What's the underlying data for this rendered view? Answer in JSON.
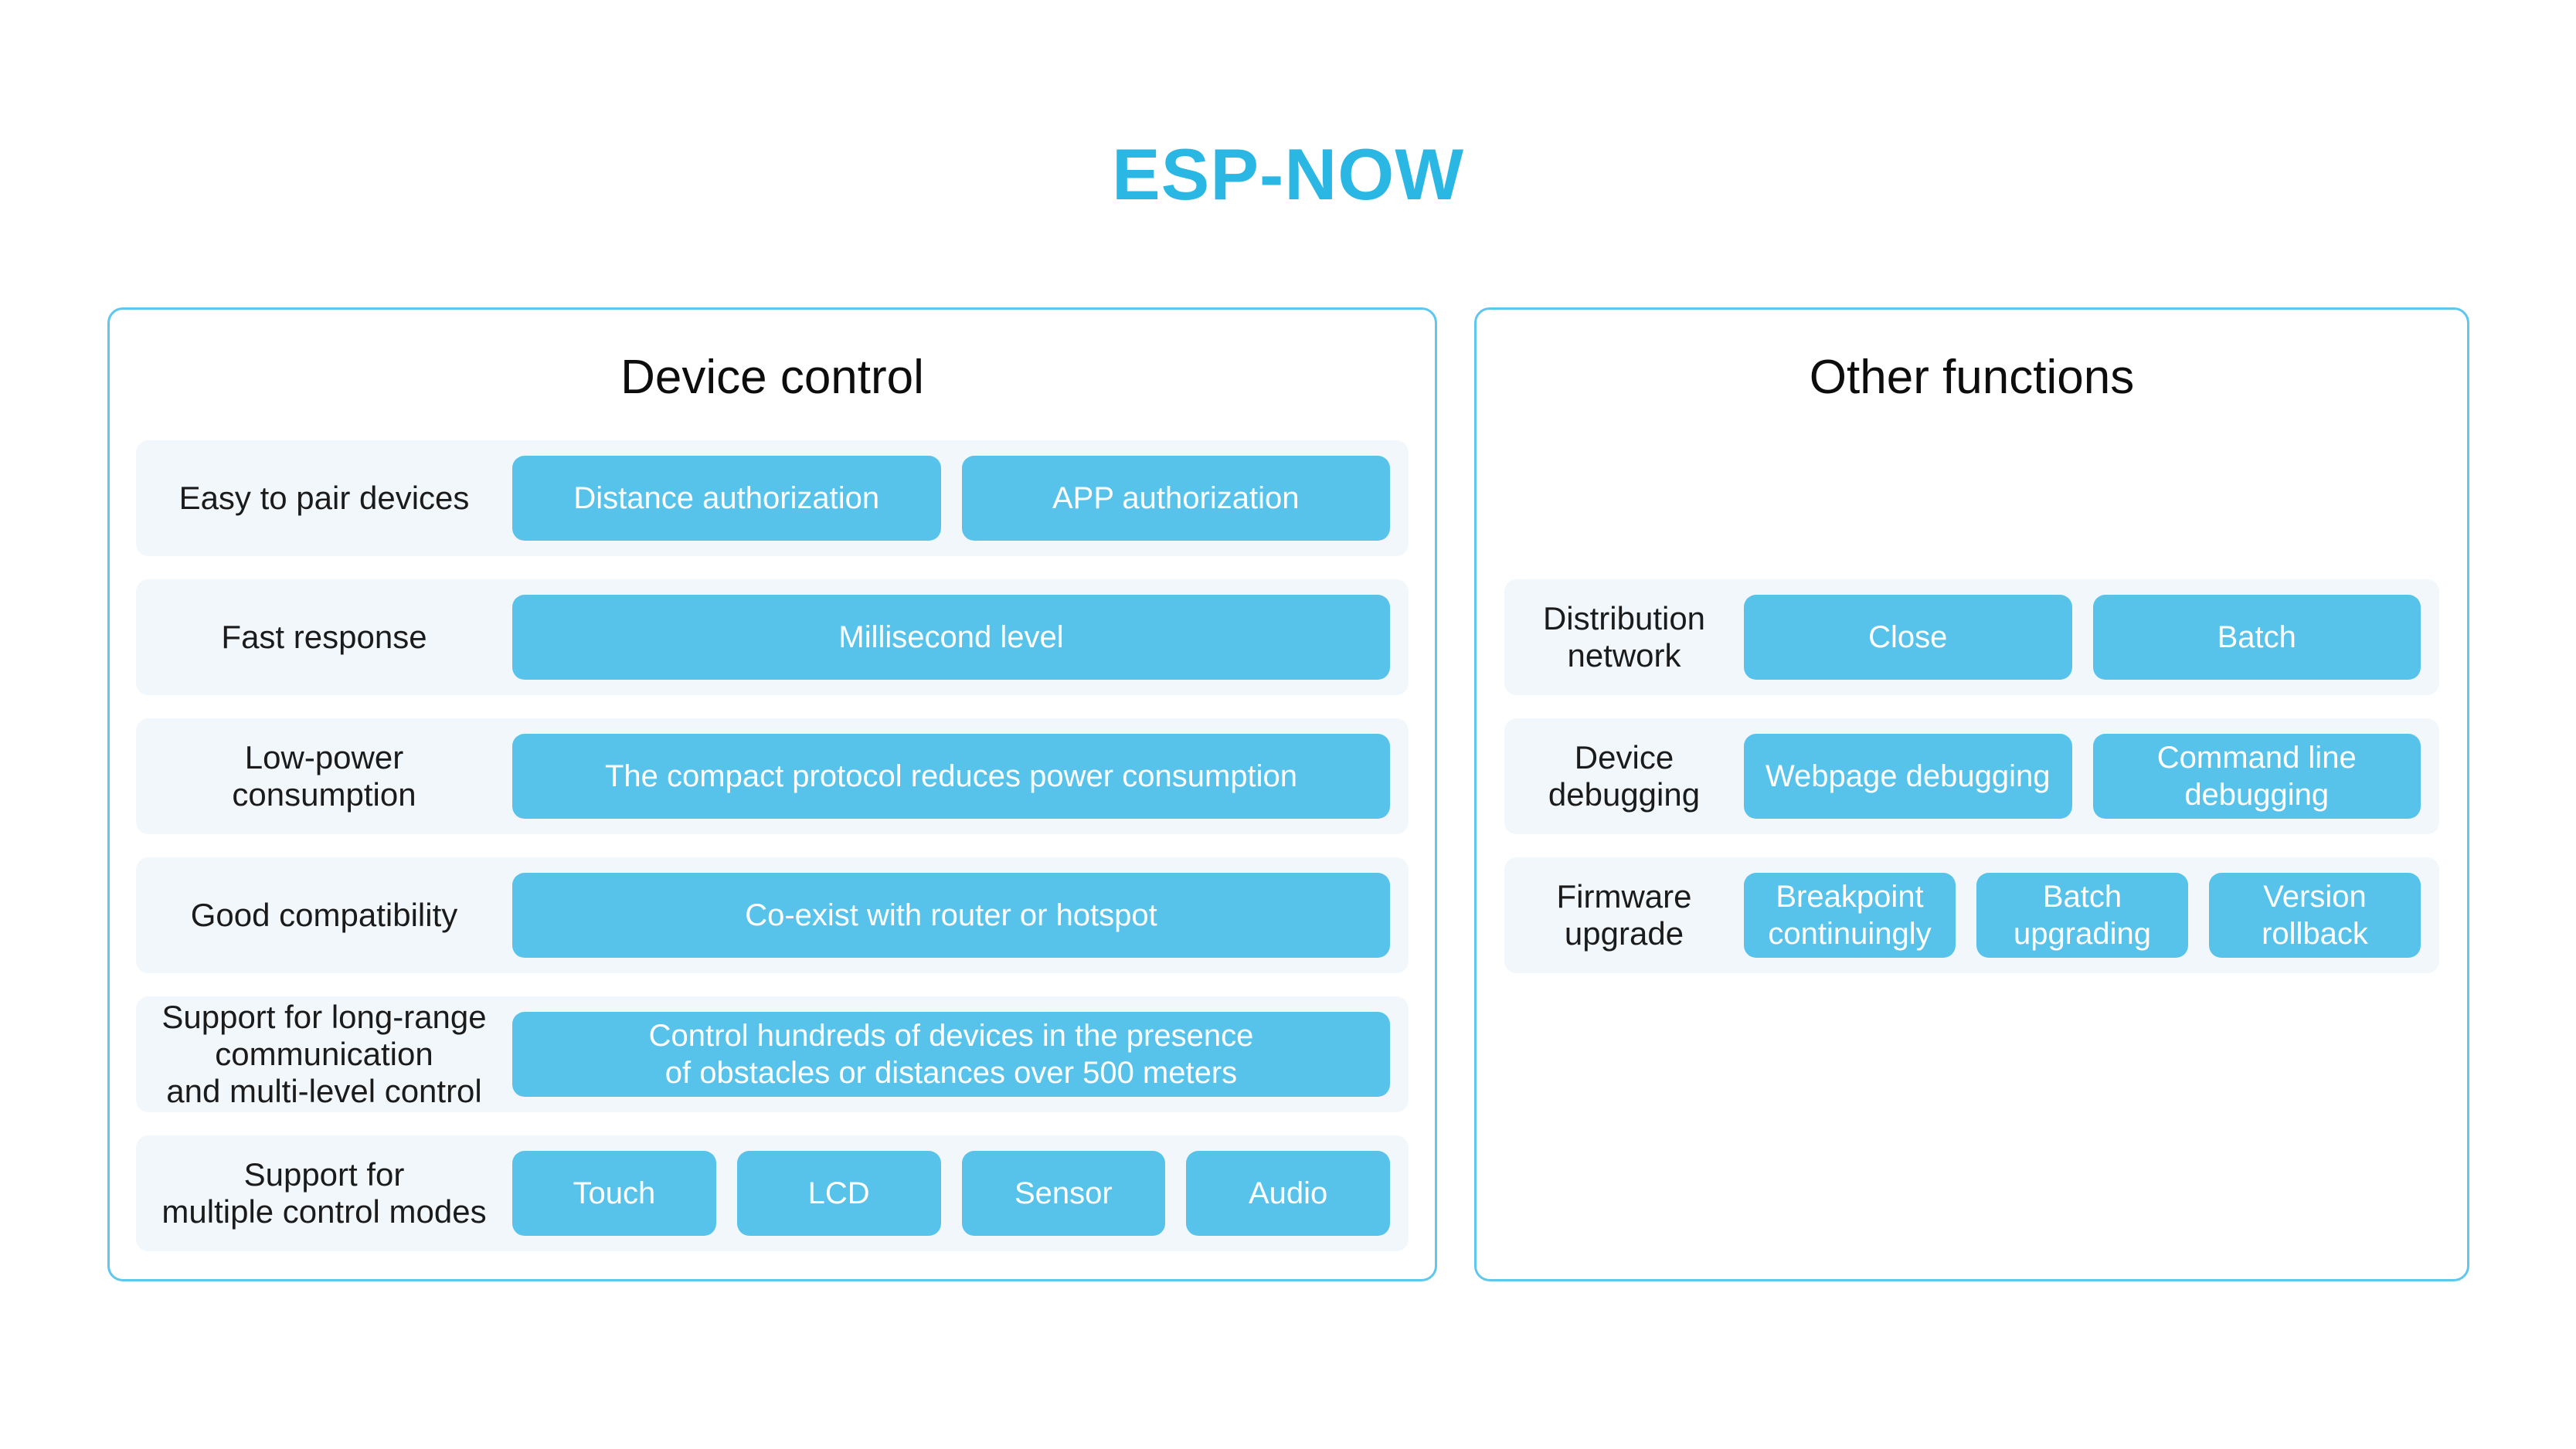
{
  "page_title": {
    "text": "ESP-NOW"
  },
  "colors": {
    "title": "#2bb7e3",
    "chip": "#57c3eb",
    "row_bg": "#f2f7fb",
    "panel_border": "#5fc6ee",
    "chip_text": "#ffffff",
    "label_text": "#1b1b1b"
  },
  "panels": [
    {
      "header": "Device control",
      "rows": [
        {
          "label": "Easy to pair devices",
          "chips": [
            "Distance authorization",
            "APP authorization"
          ]
        },
        {
          "label": "Fast response",
          "chips": [
            "Millisecond level"
          ]
        },
        {
          "label": "Low-power\nconsumption",
          "chips": [
            "The compact protocol reduces power consumption"
          ]
        },
        {
          "label": "Good compatibility",
          "chips": [
            "Co-exist with router or hotspot"
          ]
        },
        {
          "label": "Support for long-range\ncommunication\nand multi-level control",
          "chips": [
            "Control hundreds of devices in the presence\nof obstacles or distances over 500 meters"
          ]
        },
        {
          "label": "Support for\nmultiple control modes",
          "chips": [
            "Touch",
            "LCD",
            "Sensor",
            "Audio"
          ]
        }
      ]
    },
    {
      "header": "Other functions",
      "rows": [
        {
          "label": "Distribution\nnetwork",
          "chips": [
            "Close",
            "Batch"
          ]
        },
        {
          "label": "Device\ndebugging",
          "chips": [
            "Webpage debugging",
            "Command line\ndebugging"
          ]
        },
        {
          "label": "Firmware\nupgrade",
          "chips": [
            "Breakpoint\ncontinuingly",
            "Batch\nupgrading",
            "Version\nrollback"
          ]
        }
      ]
    }
  ]
}
